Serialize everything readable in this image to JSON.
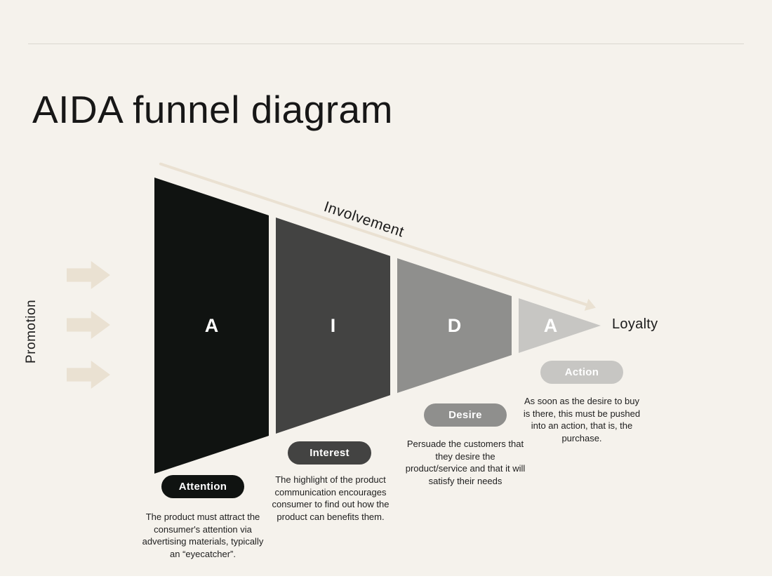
{
  "page": {
    "title": "AIDA funnel diagram"
  },
  "labels": {
    "promotion": "Promotion",
    "involvement": "Involvement",
    "loyalty": "Loyalty"
  },
  "colors": {
    "background": "#f5f2ec",
    "accent_beige": "#eae1d2"
  },
  "icons": {
    "promotion_arrows": "arrow-right",
    "involvement_arrow": "arrow-down-right"
  },
  "funnel": {
    "stages": [
      {
        "letter": "A",
        "name": "Attention",
        "color": "#101311",
        "description": "The product must attract the consumer's attention via advertising materials, typically an “eyecatcher”."
      },
      {
        "letter": "I",
        "name": "Interest",
        "color": "#434342",
        "description": "The highlight of the product communication encourages consumer to find out how the product can benefits them."
      },
      {
        "letter": "D",
        "name": "Desire",
        "color": "#8f8f8d",
        "description": "Persuade the customers that they desire the product/service and that it will satisfy their needs"
      },
      {
        "letter": "A",
        "name": "Action",
        "color": "#c7c6c3",
        "description": "As soon as the desire to buy is there, this must be pushed into an action, that is, the purchase."
      }
    ]
  }
}
